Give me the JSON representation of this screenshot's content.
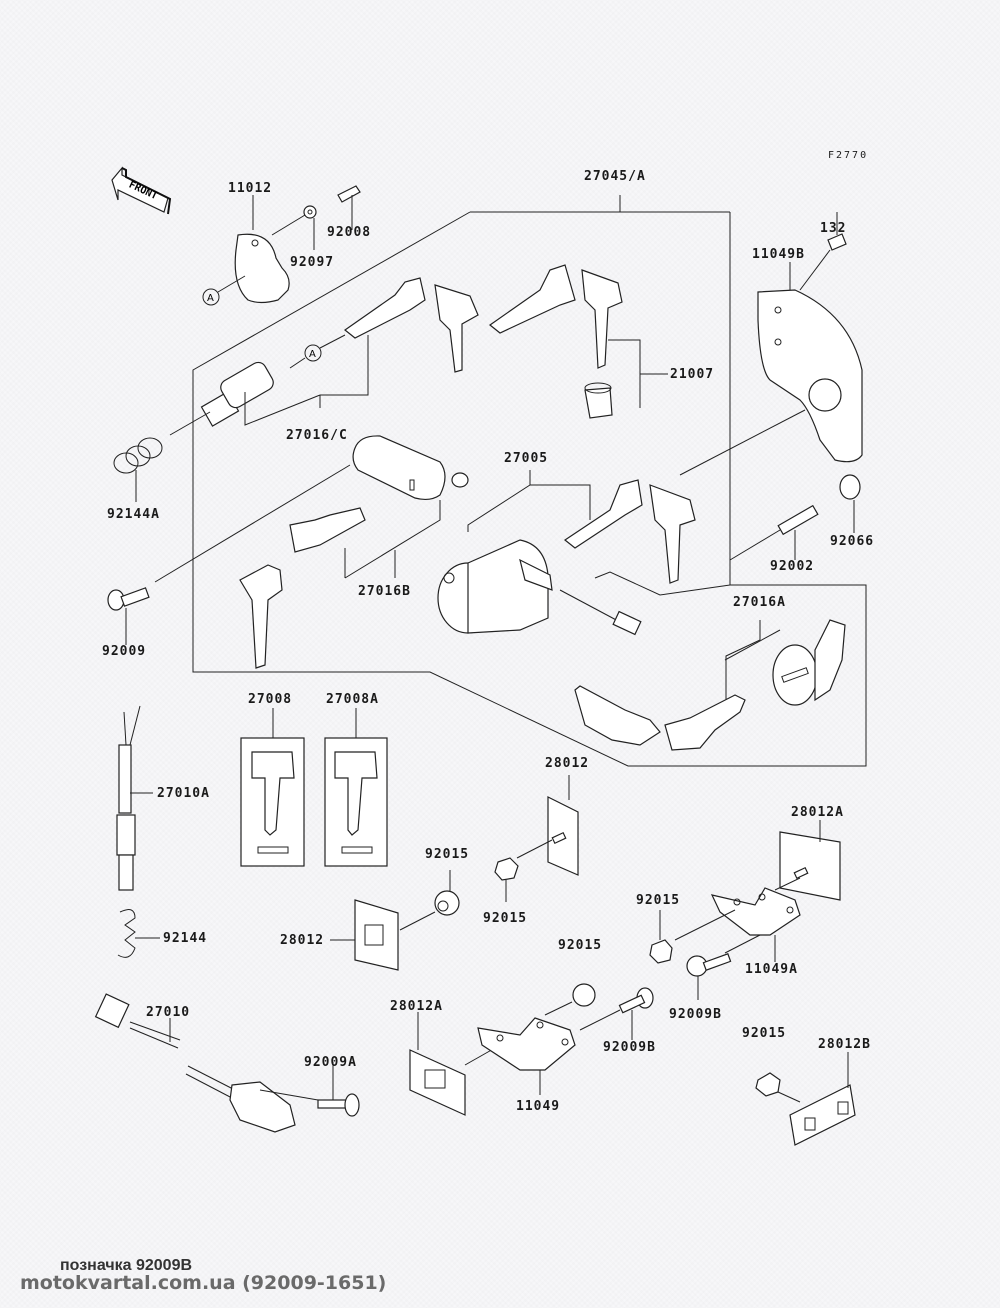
{
  "diagram": {
    "figure_id": "F2770",
    "front_arrow_label": "FRONT",
    "callout_marker": "A",
    "parts": [
      {
        "id": "p-11012",
        "label": "11012"
      },
      {
        "id": "p-92008",
        "label": "92008"
      },
      {
        "id": "p-92097",
        "label": "92097"
      },
      {
        "id": "p-27045A",
        "label": "27045/A"
      },
      {
        "id": "p-132",
        "label": "132"
      },
      {
        "id": "p-11049B",
        "label": "11049B"
      },
      {
        "id": "p-21007",
        "label": "21007"
      },
      {
        "id": "p-27016C",
        "label": "27016/C"
      },
      {
        "id": "p-92144A",
        "label": "92144A"
      },
      {
        "id": "p-27005",
        "label": "27005"
      },
      {
        "id": "p-92066",
        "label": "92066"
      },
      {
        "id": "p-92002",
        "label": "92002"
      },
      {
        "id": "p-27016B",
        "label": "27016B"
      },
      {
        "id": "p-92009",
        "label": "92009"
      },
      {
        "id": "p-27016A",
        "label": "27016A"
      },
      {
        "id": "p-27008",
        "label": "27008"
      },
      {
        "id": "p-27008A",
        "label": "27008A"
      },
      {
        "id": "p-27010A",
        "label": "27010A"
      },
      {
        "id": "p-28012-top",
        "label": "28012"
      },
      {
        "id": "p-28012A-right",
        "label": "28012A"
      },
      {
        "id": "p-92015-a",
        "label": "92015"
      },
      {
        "id": "p-92015-b",
        "label": "92015"
      },
      {
        "id": "p-92015-c",
        "label": "92015"
      },
      {
        "id": "p-92015-d",
        "label": "92015"
      },
      {
        "id": "p-92015-e",
        "label": "92015"
      },
      {
        "id": "p-28012-left",
        "label": "28012"
      },
      {
        "id": "p-92144",
        "label": "92144"
      },
      {
        "id": "p-11049A",
        "label": "11049A"
      },
      {
        "id": "p-92009B-a",
        "label": "92009B"
      },
      {
        "id": "p-92009B-b",
        "label": "92009B"
      },
      {
        "id": "p-27010",
        "label": "27010"
      },
      {
        "id": "p-28012A-left",
        "label": "28012A"
      },
      {
        "id": "p-92009A",
        "label": "92009A"
      },
      {
        "id": "p-11049",
        "label": "11049"
      },
      {
        "id": "p-28012B",
        "label": "28012B"
      }
    ]
  },
  "caption": {
    "line1": "позначка 92009B",
    "line2": "motokvartal.com.ua (92009-1651)"
  }
}
